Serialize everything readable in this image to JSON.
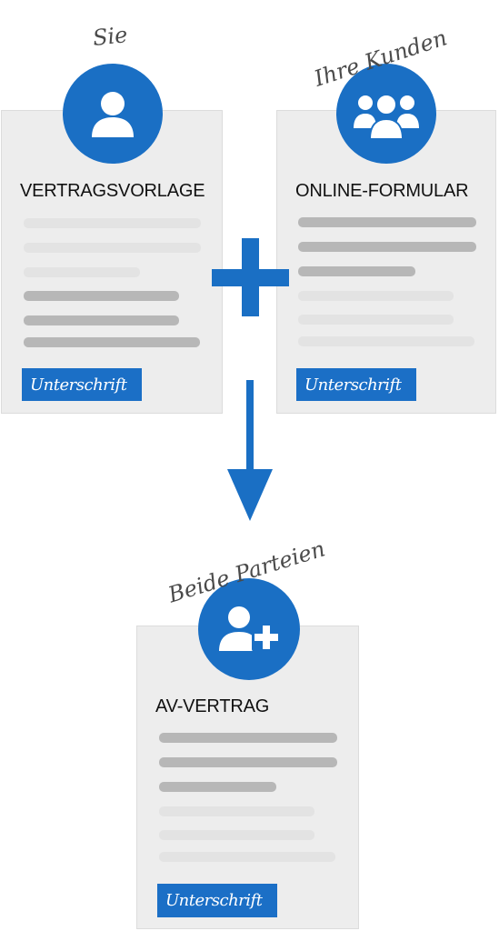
{
  "parties": {
    "you": "Sie",
    "customers": "Ihre Kunden",
    "both": "Beide Parteien"
  },
  "cards": {
    "template": {
      "title": "VERTRAGSVORLAGE",
      "button": "Unterschrift"
    },
    "form": {
      "title": "ONLINE-FORMULAR",
      "button": "Unterschrift"
    },
    "contract": {
      "title": "AV-VERTRAG",
      "button": "Unterschrift"
    }
  },
  "colors": {
    "accent": "#1a6fc4",
    "card_background": "#ededed",
    "placeholder_dark": "#b7b7b7",
    "placeholder_light": "#e3e3e3"
  },
  "icons": {
    "you": "user-icon",
    "customers": "group-icon",
    "both": "user-add-icon",
    "combine": "plus-icon",
    "result": "arrow-down-icon"
  }
}
